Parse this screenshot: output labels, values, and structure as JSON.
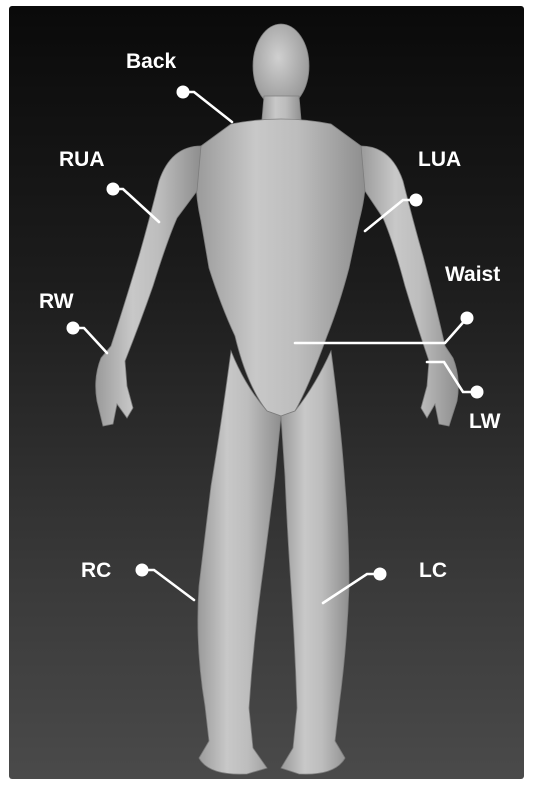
{
  "figure": {
    "background": "#1c1c1c",
    "figure_color": "#b5b5b5",
    "marker_color": "#ffffff"
  },
  "sensors": {
    "back": "Back",
    "rua": "RUA",
    "lua": "LUA",
    "waist": "Waist",
    "rw": "RW",
    "lw": "LW",
    "rc": "RC",
    "lc": "LC"
  }
}
